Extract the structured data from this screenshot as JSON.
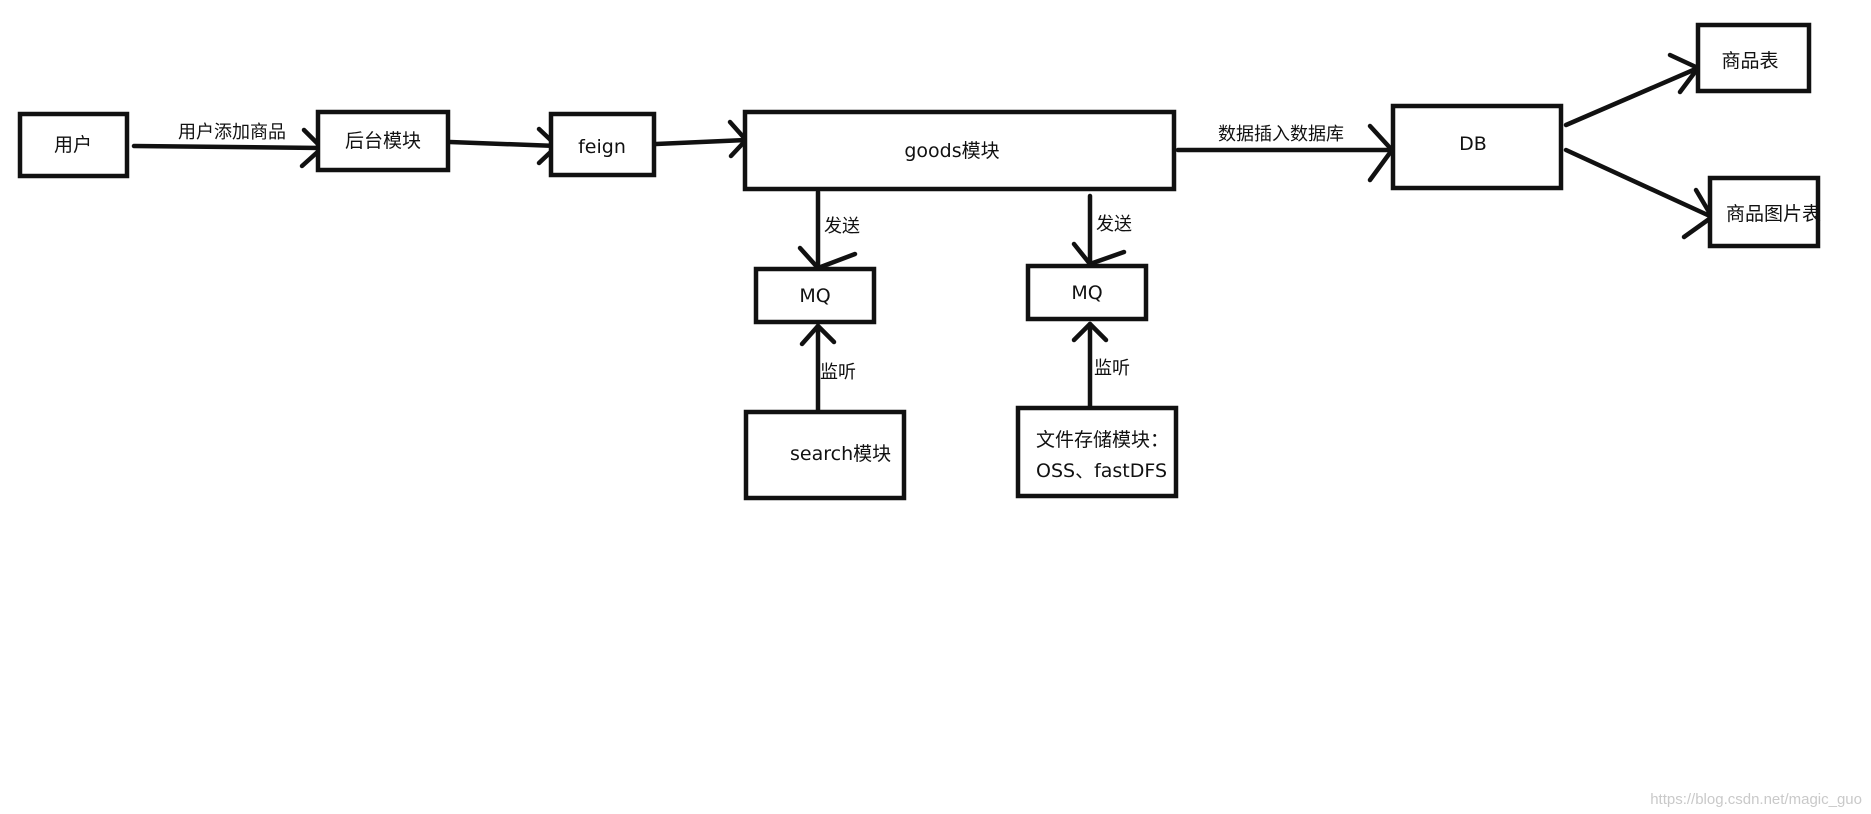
{
  "nodes": {
    "user": "用户",
    "backend": "后台模块",
    "feign": "feign",
    "goods": "goods模块",
    "db": "DB",
    "goods_table": "商品表",
    "goods_image_table": "商品图片表",
    "mq_left": "MQ",
    "mq_right": "MQ",
    "search": "search模块",
    "file_storage_line1": "文件存储模块：",
    "file_storage_line2": "OSS、fastDFS"
  },
  "edges": {
    "user_to_backend": "用户添加商品",
    "goods_to_db": "数据插入数据库",
    "send_left": "发送",
    "send_right": "发送",
    "listen_left": "监听",
    "listen_right": "监听"
  },
  "watermark": "https://blog.csdn.net/magic_guo"
}
